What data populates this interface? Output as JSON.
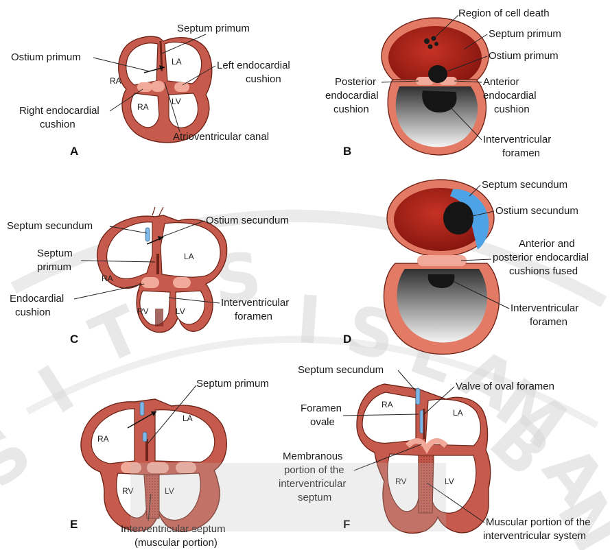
{
  "panels": {
    "a": {
      "letter": "A",
      "septum_primum": "Septum primum",
      "ostium_primum": "Ostium primum",
      "left_cushion": [
        "Left endocardial",
        "cushion"
      ],
      "right_cushion": [
        "Right endocardial",
        "cushion"
      ],
      "av_canal": "Atrioventricular canal",
      "ra_upper": "RA",
      "ra_lower": "RA",
      "la": "LA",
      "lv": "LV"
    },
    "b": {
      "letter": "B",
      "cell_death": "Region of cell death",
      "septum_primum": "Septum primum",
      "ostium_primum": "Ostium primum",
      "posterior_cushion": [
        "Posterior",
        "endocardial",
        "cushion"
      ],
      "anterior_cushion": [
        "Anterior",
        "endocardial",
        "cushion"
      ],
      "iv_foramen": [
        "Interventricular",
        "foramen"
      ]
    },
    "c": {
      "letter": "C",
      "septum_secundum": "Septum secundum",
      "ostium_secundum": "Ostium secundum",
      "septum_primum": [
        "Septum",
        "primum"
      ],
      "endocardial_cushion": [
        "Endocardial",
        "cushion"
      ],
      "iv_foramen": [
        "Interventricular",
        "foramen"
      ],
      "ra": "RA",
      "la": "LA",
      "rv": "RV",
      "lv": "LV"
    },
    "d": {
      "letter": "D",
      "septum_secundum": "Septum secundum",
      "ostium_secundum": "Ostium secundum",
      "cushions_fused": [
        "Anterior and",
        "posterior endocardial",
        "cushions fused"
      ],
      "iv_foramen": [
        "Interventricular",
        "foramen"
      ]
    },
    "e": {
      "letter": "E",
      "septum_primum": "Septum primum",
      "iv_septum": [
        "Interventricular septum",
        "(muscular portion)"
      ],
      "ra": "RA",
      "la": "LA",
      "rv": "RV",
      "lv": "LV"
    },
    "f": {
      "letter": "F",
      "septum_secundum": "Septum secundum",
      "valve_oval": "Valve of oval foramen",
      "foramen_ovale": [
        "Foramen",
        "ovale"
      ],
      "membranous": [
        "Membranous",
        "portion of the",
        "interventricular",
        "septum"
      ],
      "muscular": [
        "Muscular portion of the",
        "interventricular system"
      ],
      "ra": "RA",
      "la": "LA",
      "rv": "RV",
      "lv": "LV"
    }
  },
  "watermark": [
    "S",
    "I",
    "T",
    "A",
    "S",
    "I",
    "S",
    "L",
    "A",
    "M",
    "B",
    "A",
    "N"
  ],
  "colors": {
    "wall": "#c65a4c",
    "wall_dark": "#6e2418",
    "cushion": "#f1a99a",
    "atrium_fill": "#9c1c14",
    "septum_secundum": "#4ea3e6",
    "foramen": "#151515"
  }
}
